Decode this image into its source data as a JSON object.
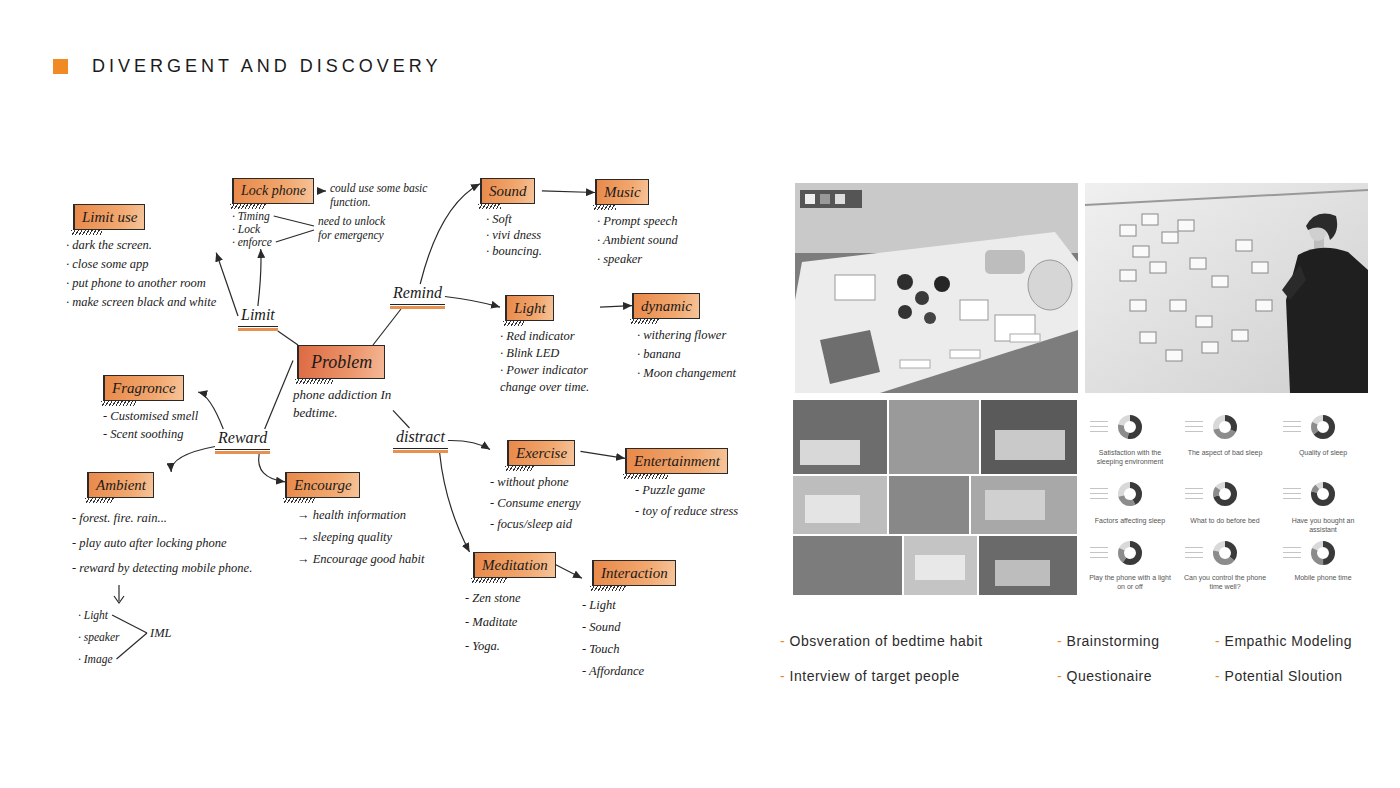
{
  "diagram": {
    "title": "DIVERGENT AND DISCOVERY",
    "nodes": [
      {
        "text": [
          "Limit use",
          "· dark the screen.",
          "· close some app",
          "· put phone to another room",
          "· make screen black and white"
        ]
      },
      {
        "text": [
          "Lock phone",
          "· Timing",
          "· Lock",
          "· enforce"
        ]
      },
      {
        "text": [
          "Limit"
        ]
      },
      {
        "text": [
          "Problem",
          "phone addiction In bedtime."
        ]
      },
      {
        "text": [
          "Remind"
        ]
      },
      {
        "text": [
          "Sound",
          "· Soft",
          "· vivi dness",
          "· bouncing."
        ]
      },
      {
        "text": [
          "Music",
          "· Prompt speech",
          "· Ambient sound",
          "· speaker"
        ]
      },
      {
        "text": [
          "Light",
          "· Red indicator",
          "· Blink LED",
          "· Power indicator change over time."
        ]
      },
      {
        "text": [
          "dynamic",
          "· withering flower",
          "· banana",
          "· Moon changement"
        ]
      },
      {
        "text": [
          "Fragronce",
          "- Customised smell",
          "- Scent soothing"
        ]
      },
      {
        "text": [
          "Reward"
        ]
      },
      {
        "text": [
          "Ambient",
          "- forest. fire. rain...",
          "- play auto after locking phone",
          "- reward by detecting mobile phone."
        ]
      },
      {
        "text": [
          "Encourge",
          "→ health information",
          "→ sleeping quality",
          "→ Encourage good habit"
        ]
      },
      {
        "text": [
          "distract"
        ]
      },
      {
        "text": [
          "Exercise",
          "- without phone",
          "- Consume energy",
          "- focus/sleep aid"
        ]
      },
      {
        "text": [
          "Entertainment",
          "- Puzzle game",
          "- toy of reduce stress"
        ]
      },
      {
        "text": [
          "Meditation",
          "- Zen stone",
          "- Maditate",
          "- Yoga."
        ]
      },
      {
        "text": [
          "Interaction",
          "- Light",
          "- Sound",
          "- Touch",
          "- Affordance"
        ]
      }
    ],
    "edges": [
      {
        "from": 3,
        "to": 2,
        "arrow": "none"
      },
      {
        "from": 3,
        "to": 4,
        "arrow": "none"
      },
      {
        "from": 3,
        "to": 10,
        "arrow": "none"
      },
      {
        "from": 3,
        "to": 13,
        "arrow": "none"
      },
      {
        "from": 2,
        "to": 0,
        "arrow": "to"
      },
      {
        "from": 2,
        "to": 1,
        "arrow": "to"
      },
      {
        "from": 4,
        "to": 5,
        "arrow": "to"
      },
      {
        "from": 4,
        "to": 7,
        "arrow": "to"
      },
      {
        "from": 5,
        "to": 6,
        "arrow": "to"
      },
      {
        "from": 7,
        "to": 8,
        "arrow": "to"
      },
      {
        "from": 10,
        "to": 9,
        "arrow": "to"
      },
      {
        "from": 10,
        "to": 11,
        "arrow": "to"
      },
      {
        "from": 10,
        "to": 12,
        "arrow": "to"
      },
      {
        "from": 13,
        "to": 14,
        "arrow": "to"
      },
      {
        "from": 13,
        "to": 16,
        "arrow": "to"
      },
      {
        "from": 14,
        "to": 15,
        "arrow": "to"
      },
      {
        "from": 16,
        "to": 17,
        "arrow": "to"
      }
    ],
    "labels": [
      "could use some basic function.",
      "need to unlock for emergency",
      "· Light",
      "· speaker",
      "· Image",
      "IML",
      "Satisfaction with the sleeping environment",
      "The aspect of bad sleep",
      "Quality of sleep",
      "Factors affecting sleep",
      "What to do before bed",
      "Have you bought an assistant",
      "Play the phone with a light on or off",
      "Can you control the phone time well?",
      "Mobile phone time",
      "- Obsveration of bedtime habit",
      "- Brainstorming",
      "- Empathic Modeling",
      "- Interview of target people",
      "- Questionaire",
      "- Potential Sloution"
    ]
  }
}
